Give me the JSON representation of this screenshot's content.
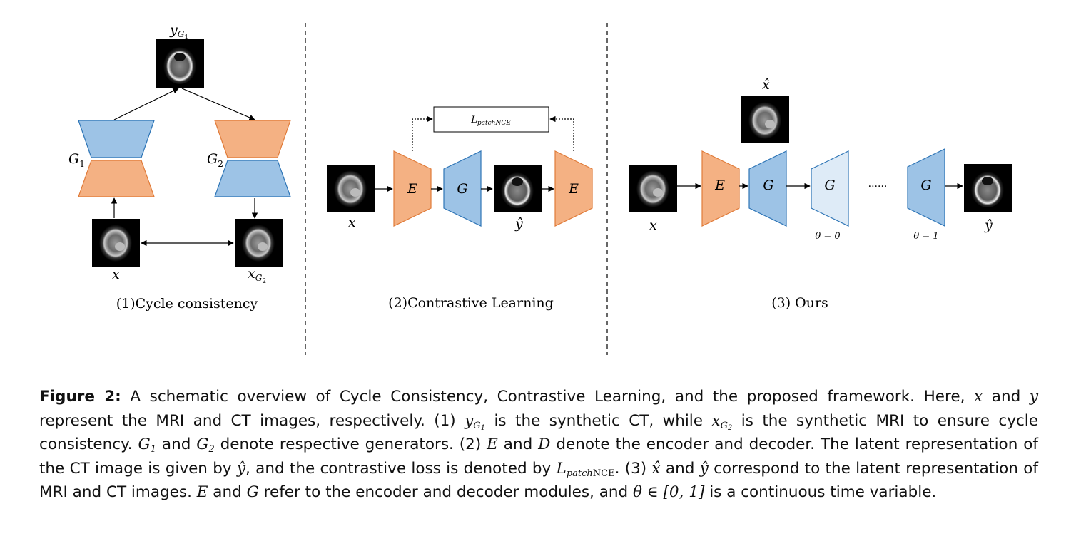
{
  "panels": {
    "cycle": {
      "label": "(1)Cycle consistency",
      "g1": "G",
      "g1_sub": "1",
      "g2": "G",
      "g2_sub": "2",
      "x": "x",
      "y_top": "y",
      "y_top_sub": "G",
      "y_top_subsub": "1",
      "x_bottom": "x",
      "x_bottom_sub": "G",
      "x_bottom_subsub": "2"
    },
    "contrastive": {
      "label": "(2)Contrastive Learning",
      "loss": "L",
      "loss_sub": "patchNCE",
      "encoder1": "E",
      "generator": "G",
      "encoder2": "E",
      "x": "x",
      "yhat": "ŷ"
    },
    "ours": {
      "label": "(3) Ours",
      "xhat": "x̂",
      "x": "x",
      "encoder": "E",
      "gen1": "G",
      "gen2": "G",
      "gen3": "G",
      "dots": "······",
      "theta0": "θ = 0",
      "theta1": "θ = 1",
      "yhat": "ŷ"
    }
  },
  "colors": {
    "orange_fill": "#f4b183",
    "orange_stroke": "#e07b39",
    "blue_fill": "#9dc3e6",
    "blue_stroke": "#2e75b6",
    "lightblue_fill": "#deebf7"
  },
  "caption": {
    "fig_label": "Figure 2:",
    "t1": " A schematic overview of Cycle Consistency, Contrastive Learning, and the proposed framework. Here, ",
    "x": "x",
    "t2": " and ",
    "y": "y",
    "t3": " represent the MRI and CT images, respectively. (1) ",
    "yG": "y",
    "G": "G",
    "one": "1",
    "t4": " is the synthetic CT, while ",
    "xG": "x",
    "G2": "G",
    "two": "2",
    "t5": " is the synthetic MRI to ensure cycle consistency. ",
    "G1a": "G",
    "G1b": "1",
    "t6": " and ",
    "G2a": "G",
    "G2b": "2",
    "t7": " denote respective generators. (2) ",
    "E": "E",
    "t8": " and ",
    "D": "D",
    "t9": " denote the encoder and decoder. The latent representation of the CT image is given by ",
    "yhat": "ŷ",
    "t10": ", and the contrastive loss is denoted by ",
    "L": "L",
    "patch": "patch",
    "nce": "NCE",
    "t11": ". (3) ",
    "xhat": "x̂",
    "t12": " and ",
    "yhat2": "ŷ",
    "t13": " correspond to the latent representation of MRI and CT images. ",
    "E2": "E",
    "t14": " and ",
    "Gm": "G",
    "t15": " refer to the encoder and decoder modules, and ",
    "theta": "θ ∈ [0, 1]",
    "t16": " is a continuous time variable."
  }
}
